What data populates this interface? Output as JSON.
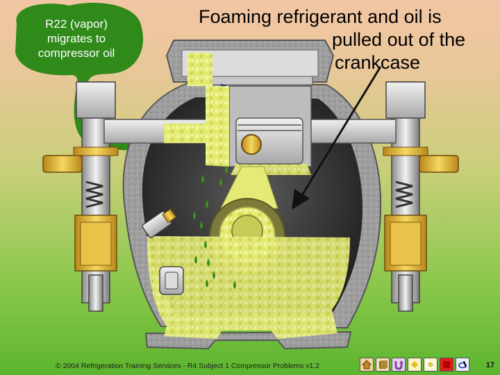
{
  "callouts": {
    "left_lines": [
      "R22 (vapor)",
      "migrates to",
      "compressor oil"
    ],
    "right_lines": [
      "Foaming refrigerant and oil is",
      "pulled out of the",
      "crankcase"
    ]
  },
  "footer": {
    "copyright": "© 2004 Refrigeration Training Services - R4 Subject 1 Compressor Problems v1.2",
    "page_number": "17"
  },
  "nav_buttons": [
    {
      "icon": "house-icon",
      "color": "#c8862a"
    },
    {
      "icon": "page-icon",
      "color": "#8a6a2a"
    },
    {
      "icon": "u-turn-icon",
      "color": "#8a3fa0"
    },
    {
      "icon": "diamond-icon",
      "color": "#e0c020"
    },
    {
      "icon": "diamond-small-icon",
      "color": "#f0e050"
    },
    {
      "icon": "stop-icon",
      "color": "#e02020"
    },
    {
      "icon": "pen-icon",
      "color": "#2a4ab0"
    }
  ],
  "colors": {
    "refrigerant_green": "#2f8a1a",
    "foam_yellow": "#e6ec6a",
    "fitting_gold": "#e0b830",
    "shell_gray": "#9c9c9c"
  }
}
